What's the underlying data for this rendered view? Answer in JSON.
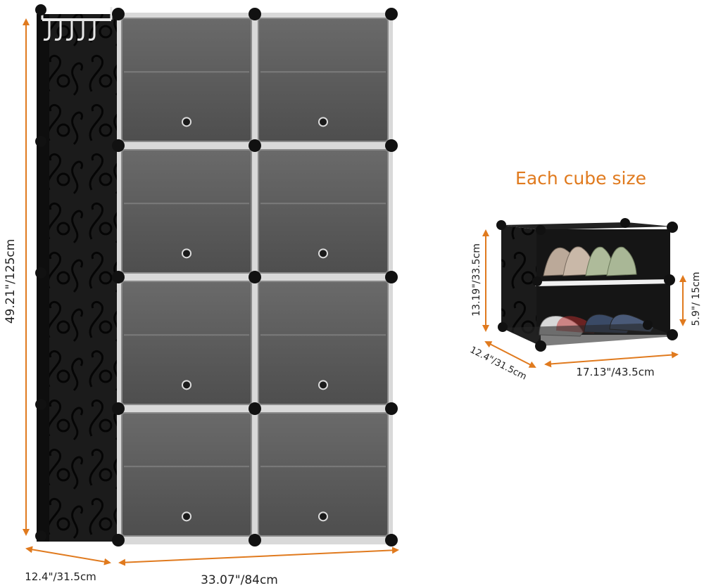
{
  "colors": {
    "accent": "#e07a1e",
    "background": "#ffffff",
    "frame": "#1a1a1a",
    "door": "#5c5c5c",
    "connector": "#111111"
  },
  "icons": {
    "hanger": "hook-rail-icon"
  },
  "main_unit": {
    "height_label": "49.21\"/125cm",
    "width_label": "33.07\"/84cm",
    "depth_label": "12.4\"/31.5cm",
    "rows": 4,
    "columns": 2
  },
  "cube_detail": {
    "title": "Each cube size",
    "height_label": "13.19\"/33.5cm",
    "shelf_height_label": "5.9\"/ 15cm",
    "depth_label": "12.4\"/31.5cm",
    "width_label": "17.13\"/43.5cm"
  }
}
